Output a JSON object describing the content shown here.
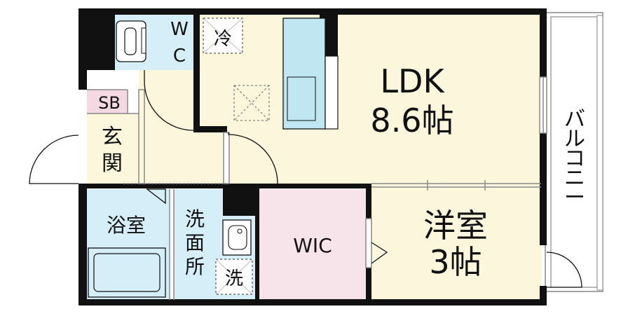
{
  "rooms": {
    "wc_top": "W",
    "wc_bottom": "C",
    "fridge": "冷",
    "ldk_name": "LDK",
    "ldk_size": "8.6帖",
    "sb": "SB",
    "entrance_1": "玄",
    "entrance_2": "関",
    "bath": "浴室",
    "washroom_1": "洗",
    "washroom_2": "面",
    "washroom_3": "所",
    "washer": "洗",
    "wic": "WIC",
    "western_name": "洋室",
    "western_size": "3帖",
    "balcony_1": "バ",
    "balcony_2": "ル",
    "balcony_3": "コ",
    "balcony_4": "ニ",
    "balcony_5": "ー"
  },
  "colors": {
    "wall": "#111111",
    "floor_cream": "#fbf6dc",
    "wet_blue": "#d6eef8",
    "wic_pink": "#f7e3ea",
    "sb_pink": "#f4d9e2",
    "kitchen_blue": "#bfe6f1",
    "balcony_line": "#888888"
  }
}
